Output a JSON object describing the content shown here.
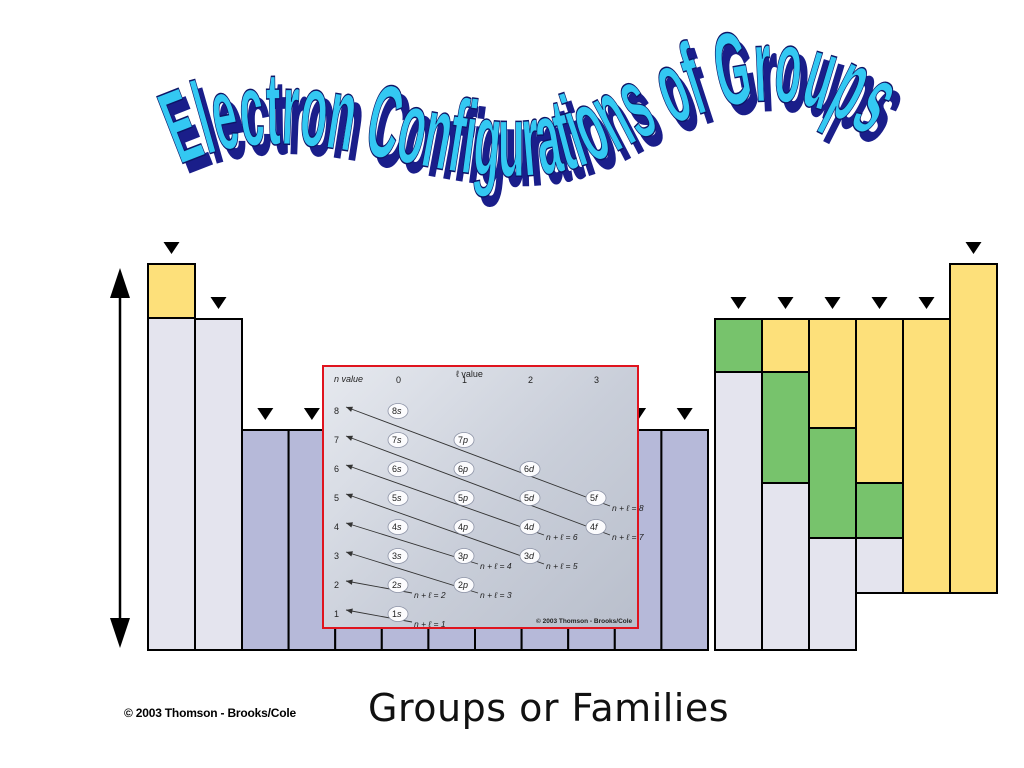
{
  "title": "Electron Configurations of Groups",
  "colors": {
    "title_fill": "#33c8f2",
    "title_shadow": "#1a1e8a",
    "s_block": "#fde07a",
    "p_green": "#77c36c",
    "d_block": "#b6b9d9",
    "empty": "#e4e4ee",
    "outline": "#000000",
    "inset_border": "#e0141e"
  },
  "inset": {
    "header_n": "n value",
    "header_l": "ℓ value",
    "l_values": [
      "0",
      "1",
      "2",
      "3"
    ],
    "n_values": [
      "8",
      "7",
      "6",
      "5",
      "4",
      "3",
      "2",
      "1"
    ],
    "orbitals": [
      {
        "label": "8s",
        "n": 8,
        "l": 0
      },
      {
        "label": "7s",
        "n": 7,
        "l": 0
      },
      {
        "label": "7p",
        "n": 7,
        "l": 1
      },
      {
        "label": "6s",
        "n": 6,
        "l": 0
      },
      {
        "label": "6p",
        "n": 6,
        "l": 1
      },
      {
        "label": "6d",
        "n": 6,
        "l": 2
      },
      {
        "label": "5s",
        "n": 5,
        "l": 0
      },
      {
        "label": "5p",
        "n": 5,
        "l": 1
      },
      {
        "label": "5d",
        "n": 5,
        "l": 2
      },
      {
        "label": "5f",
        "n": 5,
        "l": 3
      },
      {
        "label": "4s",
        "n": 4,
        "l": 0
      },
      {
        "label": "4p",
        "n": 4,
        "l": 1
      },
      {
        "label": "4d",
        "n": 4,
        "l": 2
      },
      {
        "label": "4f",
        "n": 4,
        "l": 3
      },
      {
        "label": "3s",
        "n": 3,
        "l": 0
      },
      {
        "label": "3p",
        "n": 3,
        "l": 1
      },
      {
        "label": "3d",
        "n": 3,
        "l": 2
      },
      {
        "label": "2s",
        "n": 2,
        "l": 0
      },
      {
        "label": "2p",
        "n": 2,
        "l": 1
      },
      {
        "label": "1s",
        "n": 1,
        "l": 0
      }
    ],
    "sums": [
      {
        "label": "n + ℓ = 1",
        "n": 1,
        "l": 0
      },
      {
        "label": "n + ℓ = 2",
        "n": 2,
        "l": 0
      },
      {
        "label": "n + ℓ = 3",
        "n": 2,
        "l": 1
      },
      {
        "label": "n + ℓ = 4",
        "n": 3,
        "l": 1
      },
      {
        "label": "n + ℓ = 5",
        "n": 3,
        "l": 2
      },
      {
        "label": "n + ℓ = 6",
        "n": 4,
        "l": 2
      },
      {
        "label": "n + ℓ = 7",
        "n": 4,
        "l": 3
      },
      {
        "label": "n + ℓ = 8",
        "n": 5,
        "l": 3
      }
    ],
    "copyright": "© 2003 Thomson - Brooks/Cole"
  },
  "copyright": "© 2003 Thomson - Brooks/Cole",
  "footer_label": "Groups or Families"
}
